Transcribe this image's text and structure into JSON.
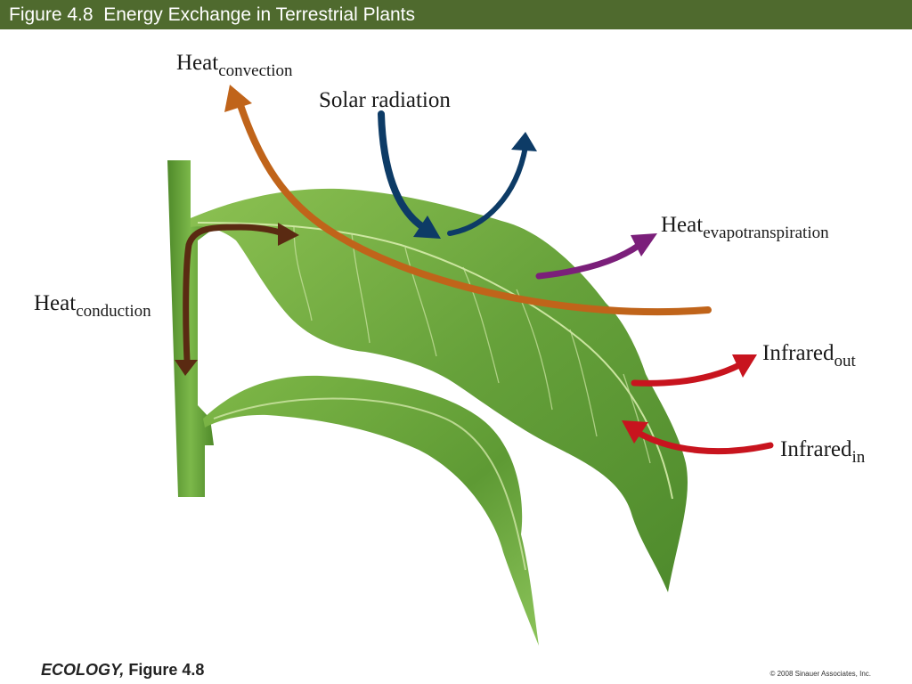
{
  "header": {
    "title": "Figure 4.8  Energy Exchange in Terrestrial Plants"
  },
  "labels": {
    "heat_convection": {
      "main": "Heat",
      "sub": "convection"
    },
    "solar_radiation": {
      "main": "Solar radiation"
    },
    "heat_evapotranspiration": {
      "main": "Heat",
      "sub": "evapotranspiration"
    },
    "heat_conduction": {
      "main": "Heat",
      "sub": "conduction"
    },
    "infrared_out": {
      "main": "Infrared",
      "sub": "out"
    },
    "infrared_in": {
      "main": "Infrared",
      "sub": "in"
    }
  },
  "footer": {
    "book": "ECOLOGY,",
    "figure": " Figure 4.8",
    "copyright": "© 2008 Sinauer Associates, Inc."
  },
  "colors": {
    "title_bar": "#4f6a2e",
    "leaf": "#6aa53a",
    "stem": "#5c9a34",
    "convection_arrow": "#c0641a",
    "solar_arrow": "#0d3b66",
    "evapotranspiration_arrow": "#7b1f7a",
    "conduction_arrow": "#5a2a12",
    "infrared_arrow": "#c8141e"
  }
}
